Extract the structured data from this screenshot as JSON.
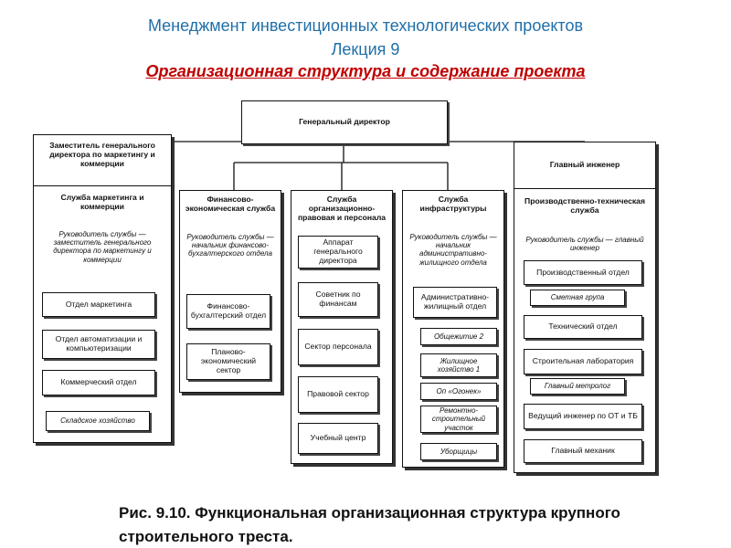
{
  "header": {
    "title": "Менеджмент инвестиционных технологических проектов",
    "lecture": "Лекция 9",
    "subtitle": "Организационная структура и содержание проекта"
  },
  "diagram": {
    "top": "Генеральный директор",
    "columns": [
      {
        "head": "Заместитель генерального директора по маркетингу и коммерции",
        "service": "Служба маркетинга и коммерции",
        "manager": "Руководитель службы — заместитель генерального директора по маркетингу и коммерции",
        "units": [
          "Отдел маркетинга",
          "Отдел автоматизации и компьютеризации",
          "Коммерческий отдел"
        ],
        "sub_units": [
          "Складское хозяйство"
        ]
      },
      {
        "service": "Финансово-экономическая служба",
        "manager": "Руководитель службы — начальник финансово-бухгалтерского отдела",
        "units": [
          "Финансово-бухгалтерский отдел",
          "Планово-экономический сектор"
        ]
      },
      {
        "service": "Служба организационно-правовая и персонала",
        "units": [
          "Аппарат генерального директора",
          "Советник по финансам",
          "Сектор персонала",
          "Правовой сектор",
          "Учебный центр"
        ]
      },
      {
        "service": "Служба инфраструктуры",
        "manager": "Руководитель службы — начальник административно-жилищного отдела",
        "units": [
          "Административно-жилищный отдел"
        ],
        "sub_units": [
          "Общежитие 2",
          "Жилищное хозяйство 1",
          "Оп «Огонек»",
          "Ремонтно-строительный участок",
          "Уборщицы"
        ]
      },
      {
        "head": "Главный инженер",
        "service": "Производственно-техническая служба",
        "manager": "Руководитель службы — главный инженер",
        "units": [
          "Производственный отдел",
          "Технический отдел",
          "Строительная лаборатория",
          "Ведущий инженер по ОТ и ТБ",
          "Главный механик"
        ],
        "sub_units": [
          "Сметная група",
          "Главный метролог"
        ]
      }
    ]
  },
  "caption": {
    "line1": "Рис. 9.10. Функциональная организационная структура крупного",
    "line2": "строительного треста."
  }
}
